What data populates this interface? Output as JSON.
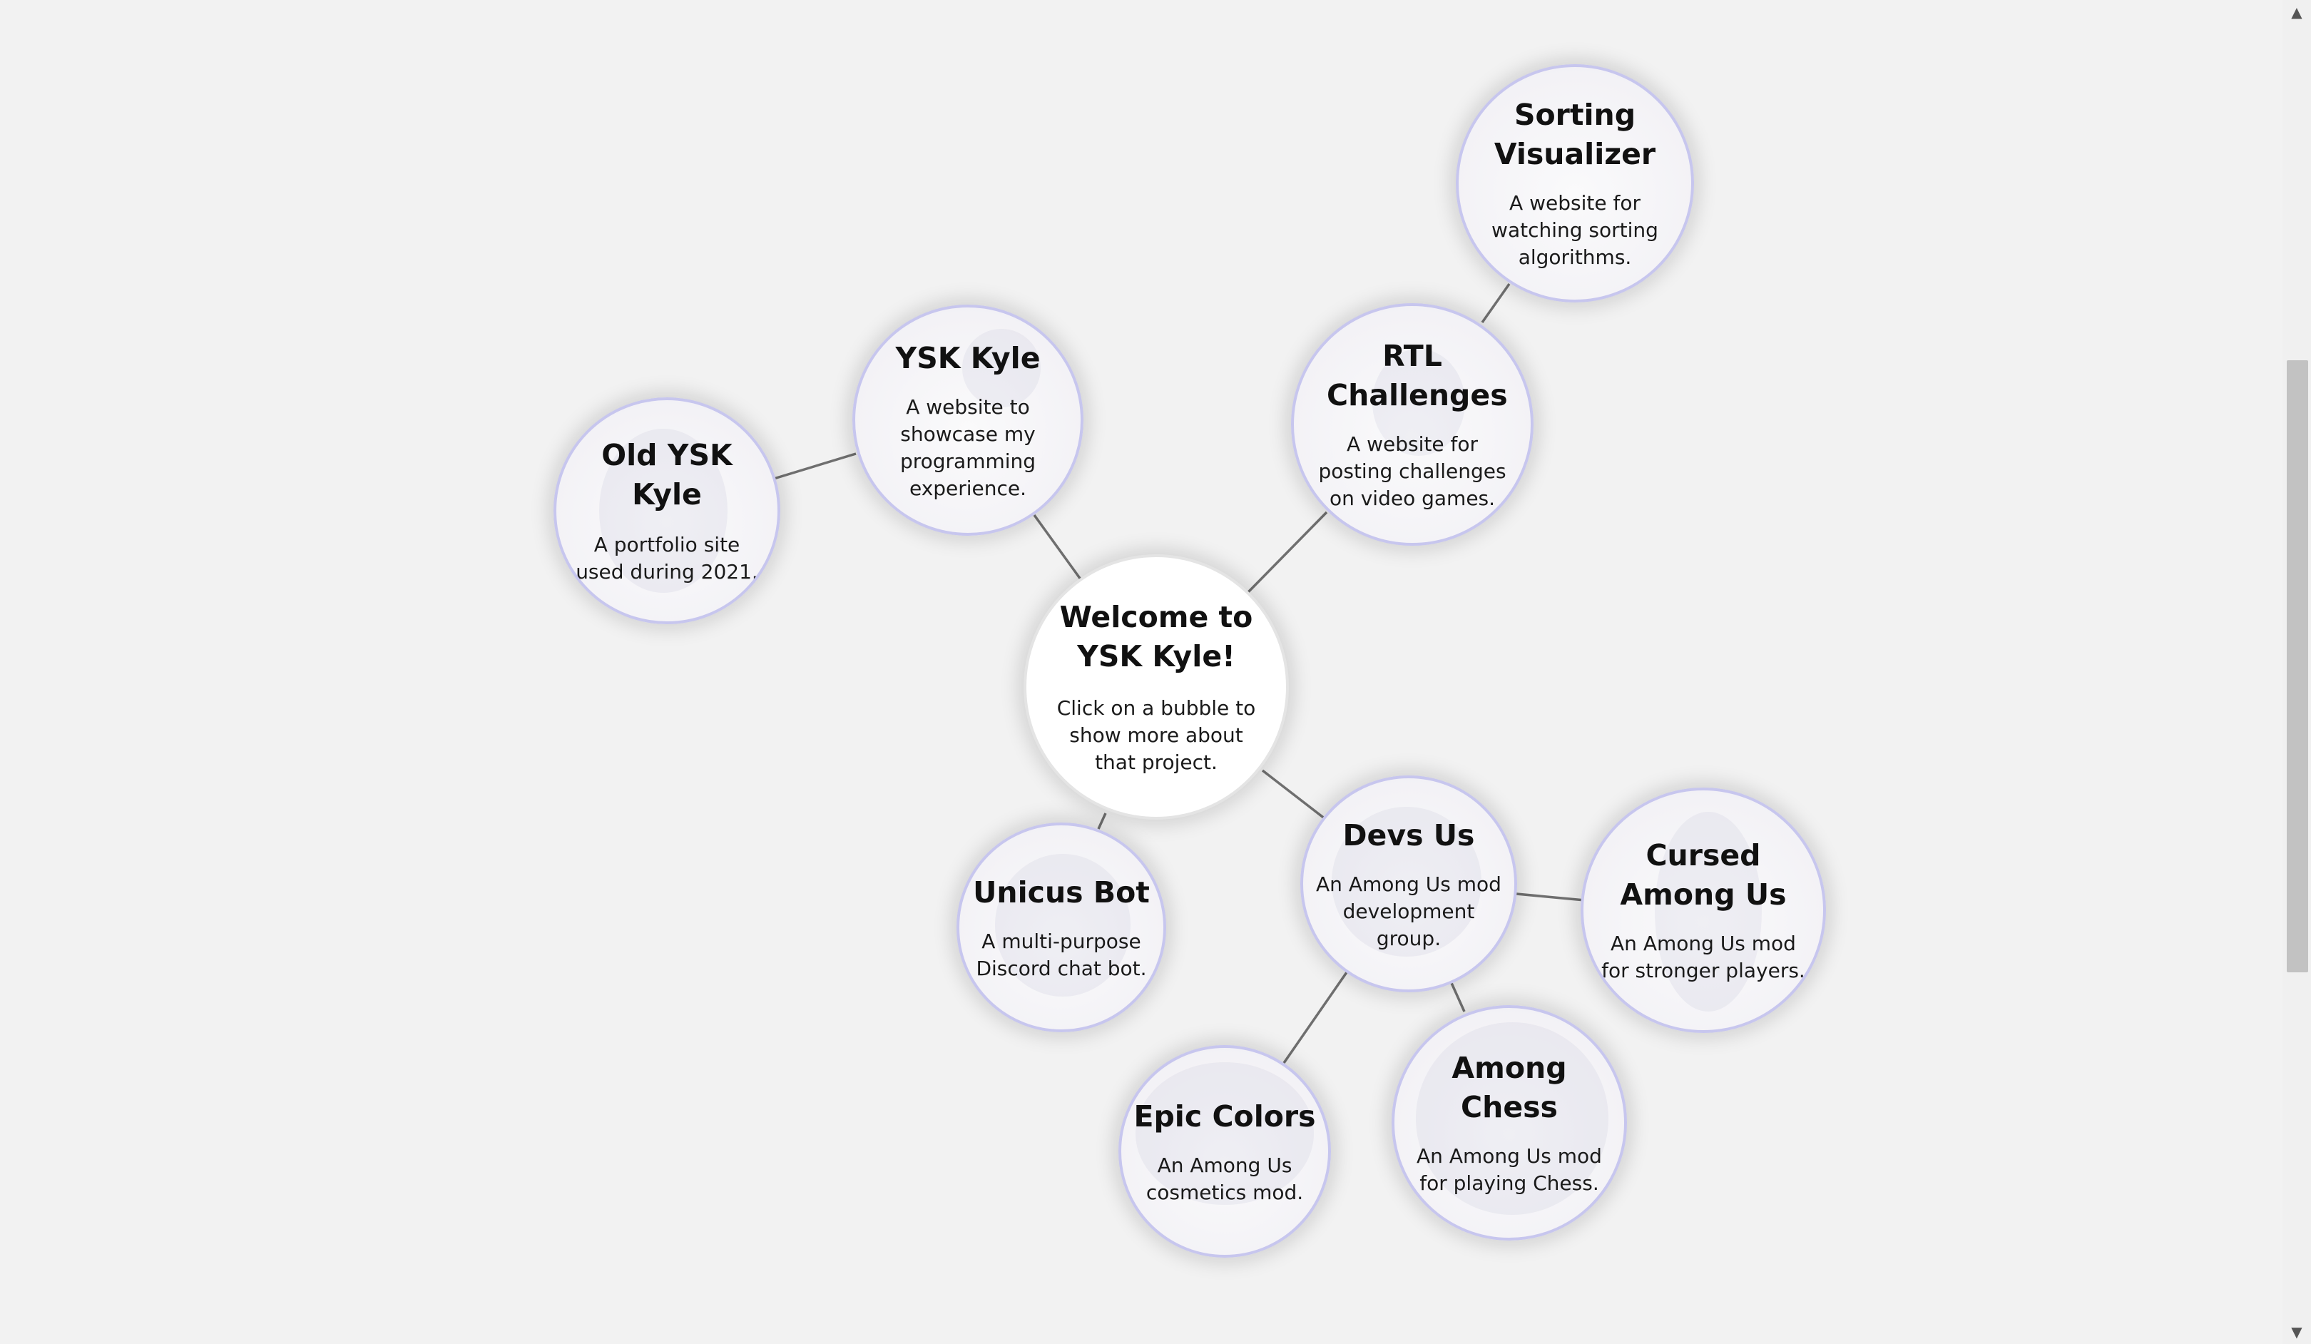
{
  "center": {
    "title": "Welcome to YSK Kyle!",
    "description": "Click on a bubble to show more about that project."
  },
  "projects": {
    "old_ysk_kyle": {
      "title": "Old YSK Kyle",
      "description": "A portfolio site used during 2021."
    },
    "ysk_kyle": {
      "title": "YSK Kyle",
      "description": "A website to showcase my programming experience."
    },
    "rtl_challenges": {
      "title": "RTL Challenges",
      "description": "A website for posting challenges on video games."
    },
    "sorting_visualizer": {
      "title": "Sorting Visualizer",
      "description": "A website for watching sorting algorithms."
    },
    "unicus_bot": {
      "title": "Unicus Bot",
      "description": "A multi-purpose Discord chat bot."
    },
    "devs_us": {
      "title": "Devs Us",
      "description": "An Among Us mod development group."
    },
    "cursed_among_us": {
      "title": "Cursed Among Us",
      "description": "An Among Us mod for stronger players."
    },
    "epic_colors": {
      "title": "Epic Colors",
      "description": "An Among Us cosmetics mod."
    },
    "among_chess": {
      "title": "Among Chess",
      "description": "An Among Us mod for playing Chess."
    }
  },
  "scrollbar": {
    "up_icon": "chevron-up-icon",
    "down_icon": "chevron-down-icon",
    "position_fraction": 0.27
  },
  "colors": {
    "background": "#f2f2f2",
    "bubble_border": "#c7c6ee",
    "link_line": "#6f6f6f"
  }
}
